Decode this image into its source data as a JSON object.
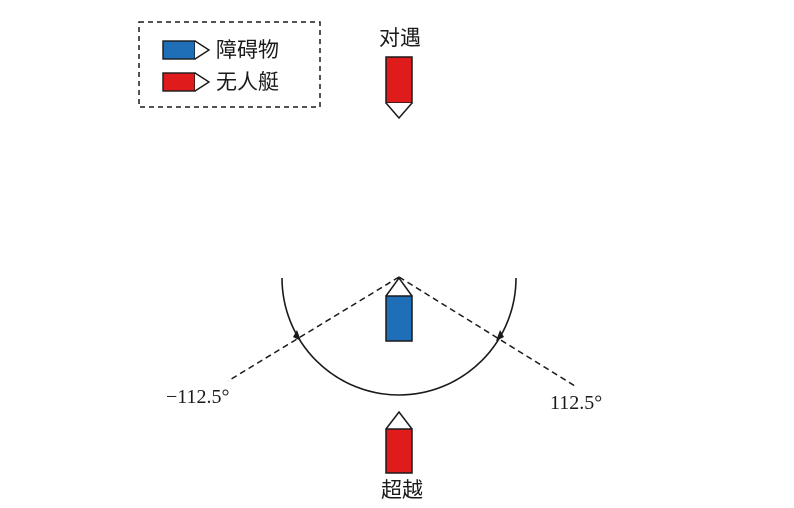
{
  "legend": {
    "items": [
      {
        "label": "障碍物",
        "color": "#1f6fb8"
      },
      {
        "label": "无人艇",
        "color": "#e01b1b"
      }
    ]
  },
  "labels": {
    "head_on": "对遇",
    "overtaking": "超越",
    "left_angle": "−112.5°",
    "right_angle": "112.5°"
  },
  "colors": {
    "obstacle": "#1f6fb8",
    "usv": "#e01b1b",
    "outline": "#1a1a1a"
  }
}
